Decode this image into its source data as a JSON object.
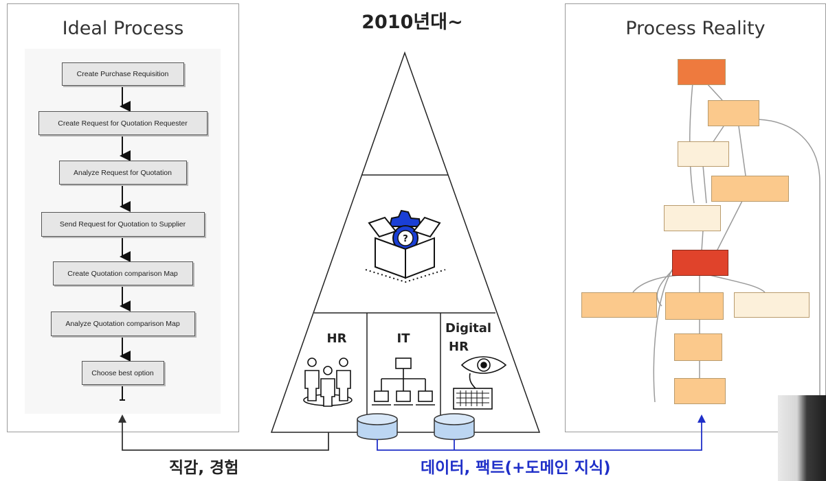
{
  "header": {
    "title": "2010년대~"
  },
  "left_panel": {
    "title": "Ideal Process",
    "steps": [
      "Create Purchase Requisition",
      "Create Request for Quotation Requester",
      "Analyze Request for Quotation",
      "Send Request for Quotation to Supplier",
      "Create Quotation comparison Map",
      "Analyze Quotation comparison Map",
      "Choose best option"
    ]
  },
  "right_panel": {
    "title": "Process Reality"
  },
  "pyramid": {
    "sections": {
      "hr": "HR",
      "it": "IT",
      "digital_hr_line1": "Digital",
      "digital_hr_line2": "HR"
    },
    "icons": [
      "question-box-gear-icon",
      "people-group-icon",
      "network-computers-icon",
      "eye-keyboard-icon",
      "database-icon"
    ]
  },
  "footer": {
    "left_label": "직감, 경험",
    "right_label": "데이터, 팩트(+도메인 지식)"
  },
  "colors": {
    "blue_accent": "#1f2fc8",
    "node_red": "#e0432b",
    "node_orange": "#f4a261",
    "node_light": "#fbe3bd"
  }
}
